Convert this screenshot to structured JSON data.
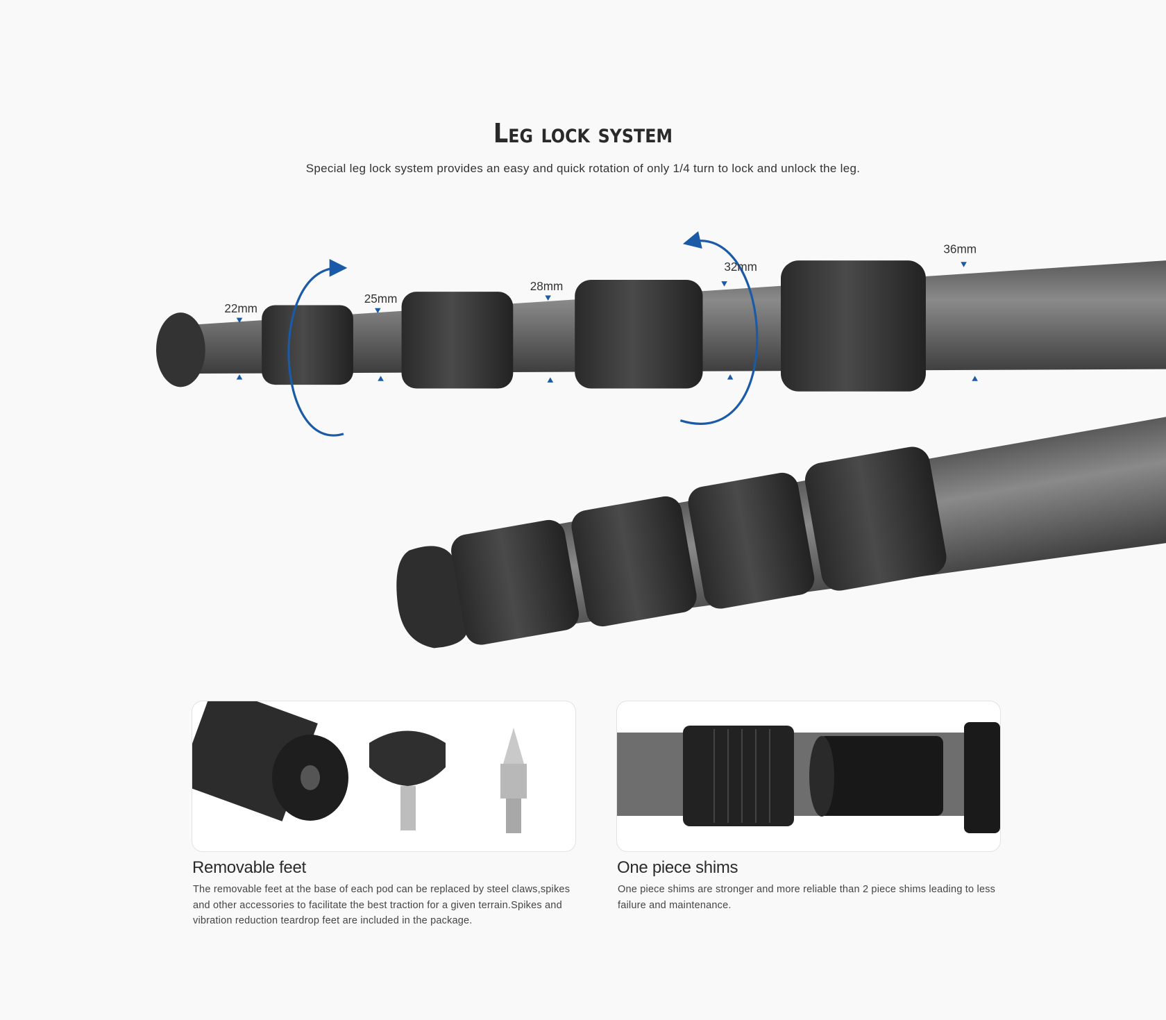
{
  "header": {
    "title": "Leg lock system",
    "subtitle": "Special leg lock system provides an easy and quick rotation of only 1/4 turn to  lock and unlock the leg."
  },
  "hero": {
    "diameter_labels": [
      "22mm",
      "25mm",
      "28mm",
      "32mm",
      "36mm"
    ],
    "accent_color": "#1a5aa6"
  },
  "features": [
    {
      "title": "Removable feet",
      "body": "The removable feet at the base of each pod can be replaced by steel claws,spikes and other accessories to facilitate the best traction for a given terrain.Spikes and vibration reduction teardrop feet are included in the package."
    },
    {
      "title": "One piece shims",
      "body": "One piece shims are stronger and more reliable than 2 piece shims leading to less failure and maintenance."
    }
  ]
}
